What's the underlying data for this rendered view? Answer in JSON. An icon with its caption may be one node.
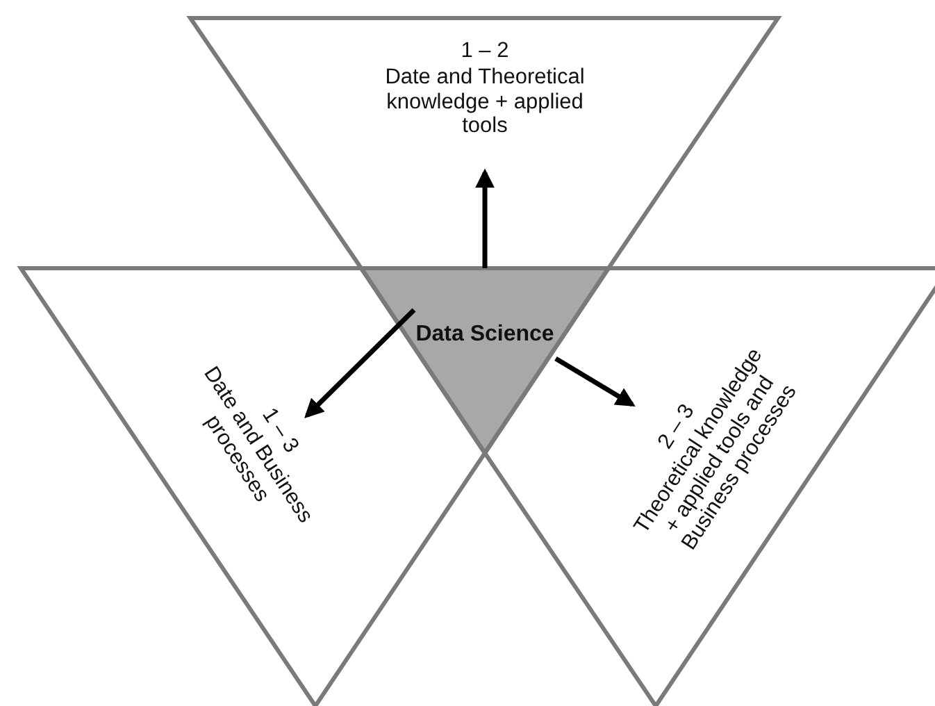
{
  "diagram": {
    "nodes": [
      {
        "text": [
          "1 – 2",
          "Date and Theoretical knowledge + applied tools"
        ]
      },
      {
        "text": [
          "1 – 3",
          "Date and Business processes"
        ]
      },
      {
        "text": [
          "2 – 3",
          "Theoretical knowledge + applied tools and Business processes"
        ]
      },
      {
        "text": [
          "Data Science"
        ]
      }
    ],
    "edges": [
      {
        "from": 3,
        "to": 0,
        "arrow": "to"
      },
      {
        "from": 3,
        "to": 1,
        "arrow": "to"
      },
      {
        "from": 3,
        "to": 2,
        "arrow": "to"
      }
    ]
  }
}
